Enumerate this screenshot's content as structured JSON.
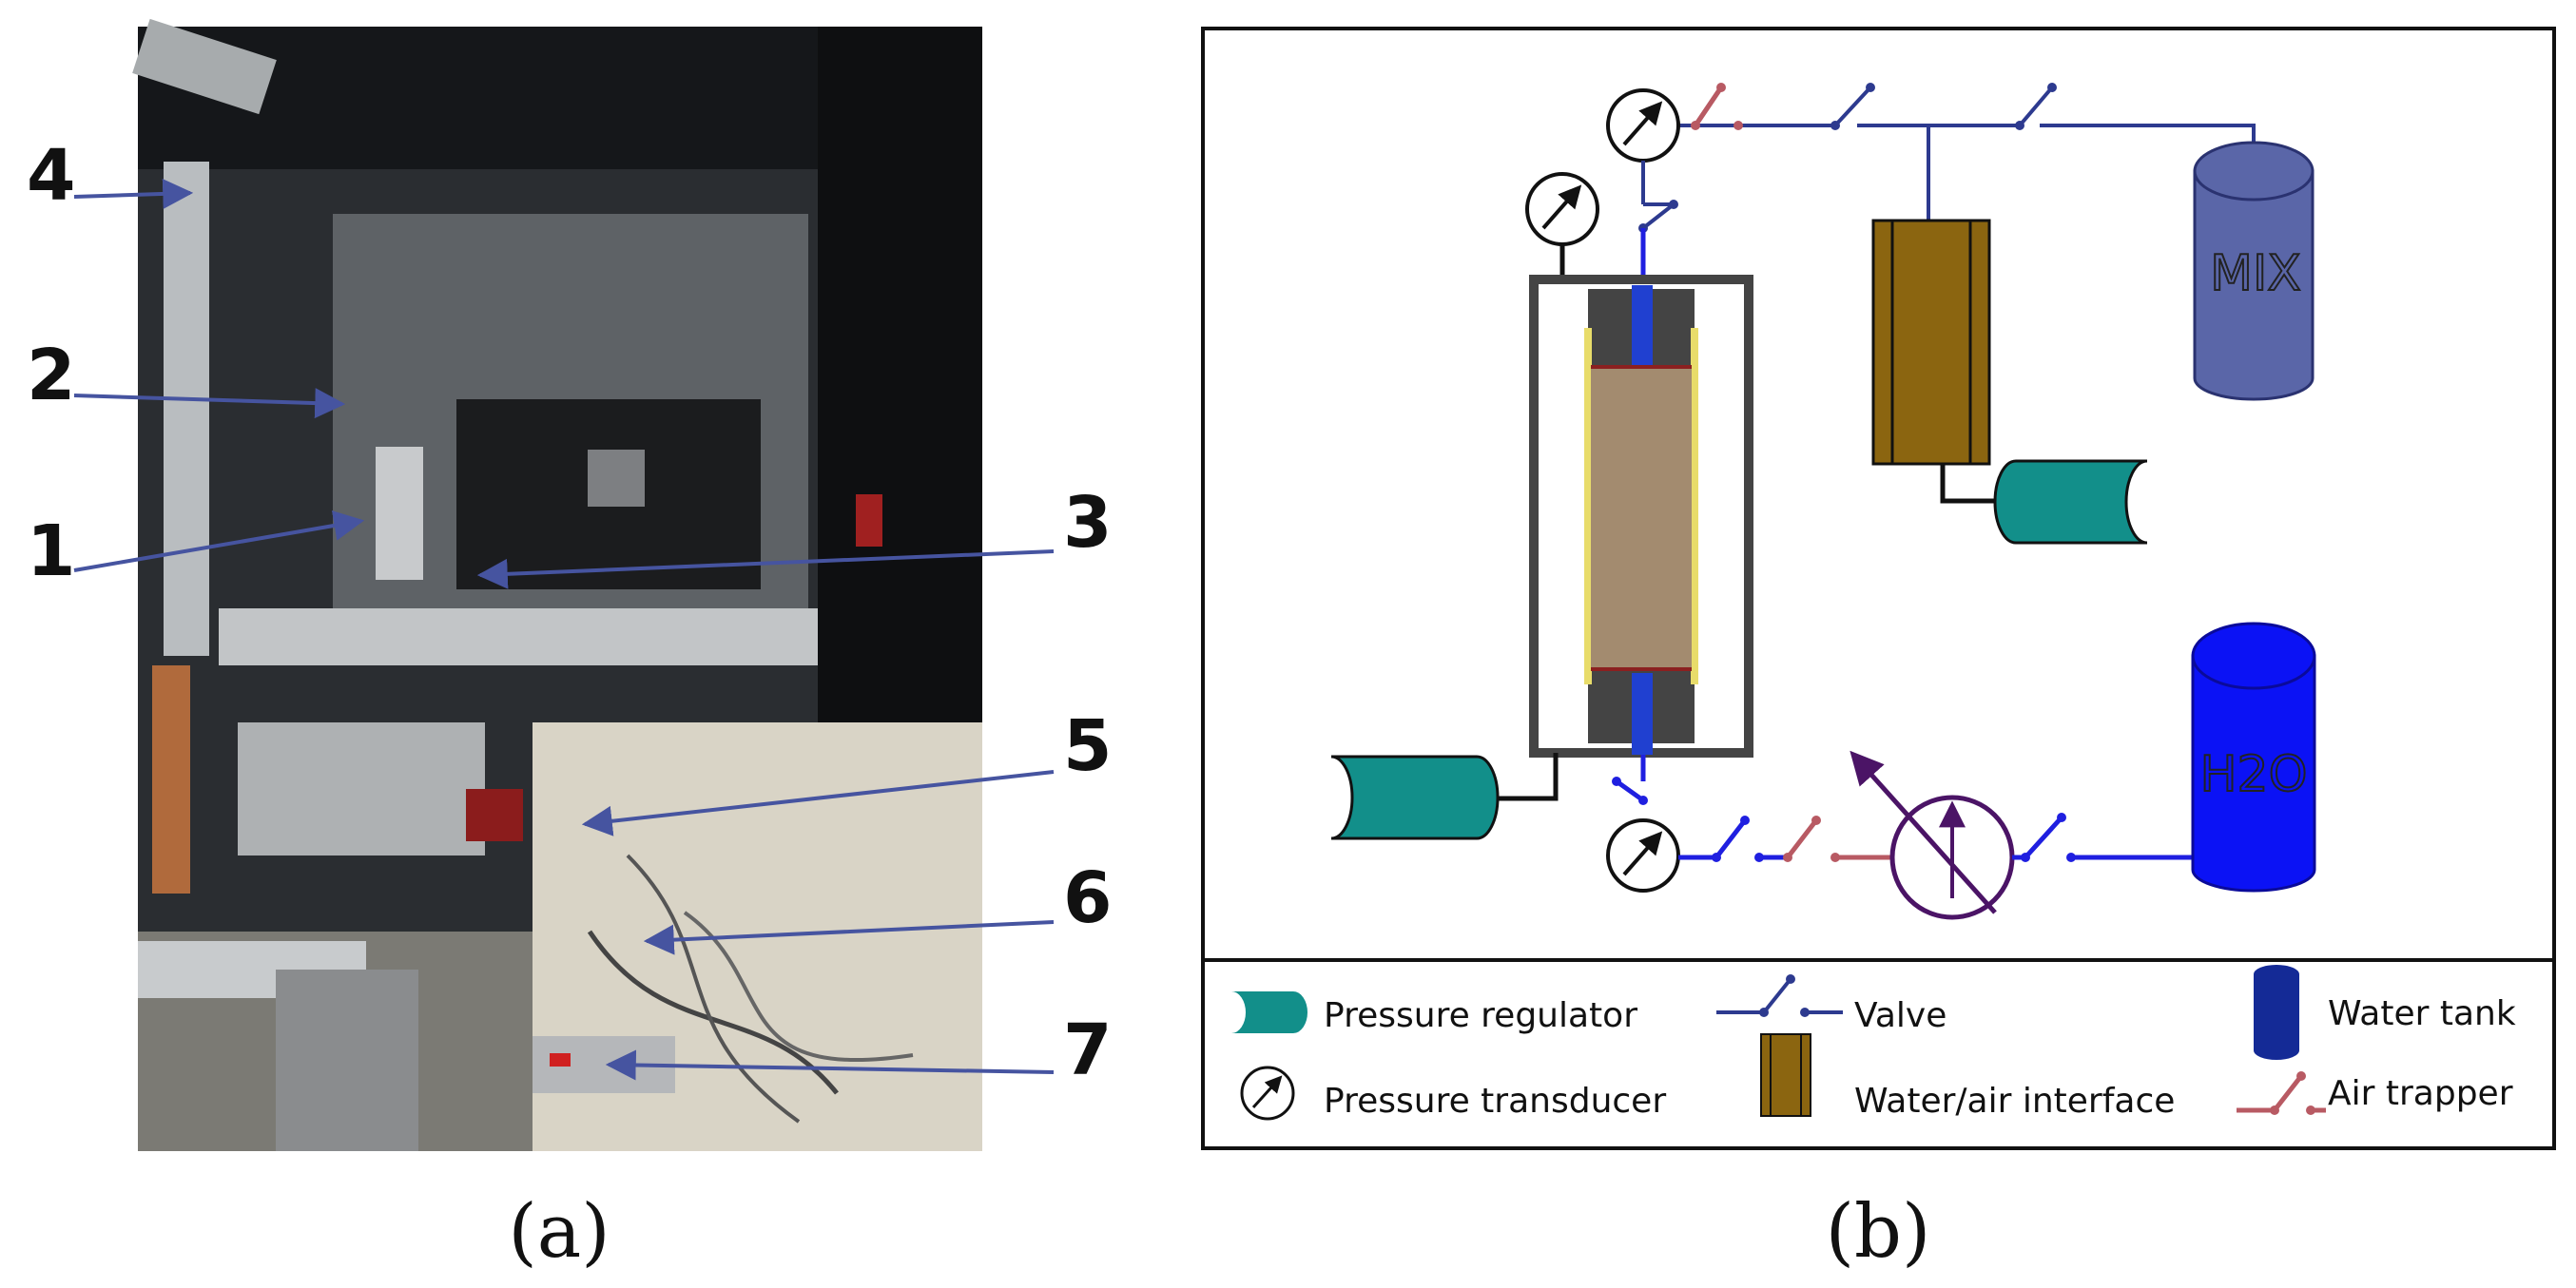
{
  "panel_a": {
    "caption": "(a)",
    "markers": [
      "4",
      "2",
      "1",
      "3",
      "5",
      "6",
      "7"
    ]
  },
  "panel_b": {
    "caption": "(b)",
    "tank_mix_label": "MIX",
    "tank_h2o_label": "H2O",
    "legend": {
      "pressure_regulator": "Pressure regulator",
      "valve": "Valve",
      "water_tank": "Water tank",
      "pressure_transducer": "Pressure transducer",
      "water_air_interface": "Water/air interface",
      "air_trapper": "Air trapper"
    }
  },
  "colors": {
    "regulator": "#128f8a",
    "mix_tank": "#5a66a8",
    "h2o_tank": "#0b12f5",
    "interface": "#8b6510",
    "sample": "#a38b6f",
    "pump": "#4b1466",
    "valve": "#2d3a8f",
    "air_trapper": "#b85a63"
  }
}
